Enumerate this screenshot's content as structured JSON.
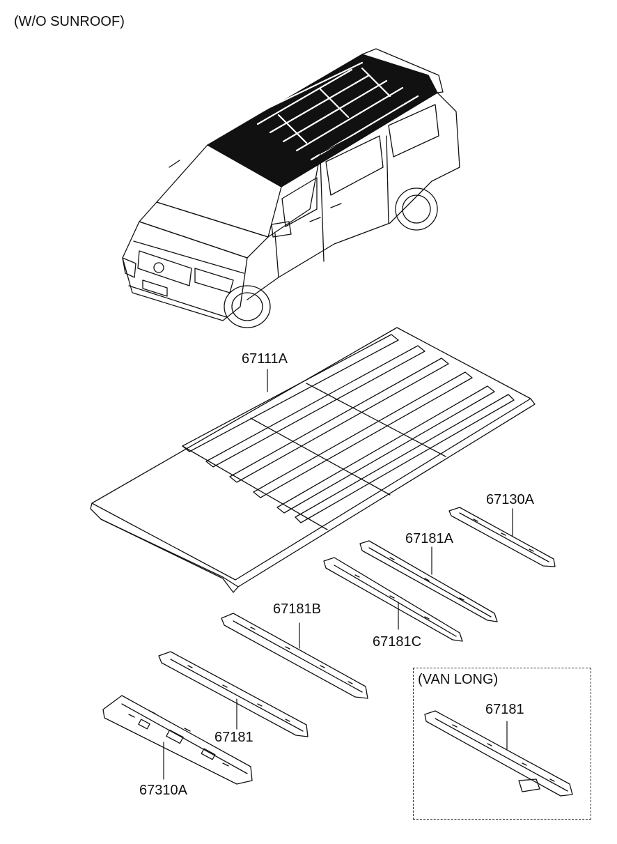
{
  "header": {
    "note": "(W/O SUNROOF)"
  },
  "van_long_box": {
    "title": "(VAN LONG)"
  },
  "parts": [
    {
      "id": "roof_panel",
      "label": "67111A"
    },
    {
      "id": "front_rail",
      "label": "67130A"
    },
    {
      "id": "bow_a",
      "label": "67181A"
    },
    {
      "id": "bow_c",
      "label": "67181C"
    },
    {
      "id": "bow_b",
      "label": "67181B"
    },
    {
      "id": "bow",
      "label": "67181"
    },
    {
      "id": "rear_rail",
      "label": "67310A"
    },
    {
      "id": "bow_van_long",
      "label": "67181"
    }
  ],
  "colors": {
    "ink": "#111111",
    "roof_fill": "#111111",
    "paper": "#ffffff"
  }
}
